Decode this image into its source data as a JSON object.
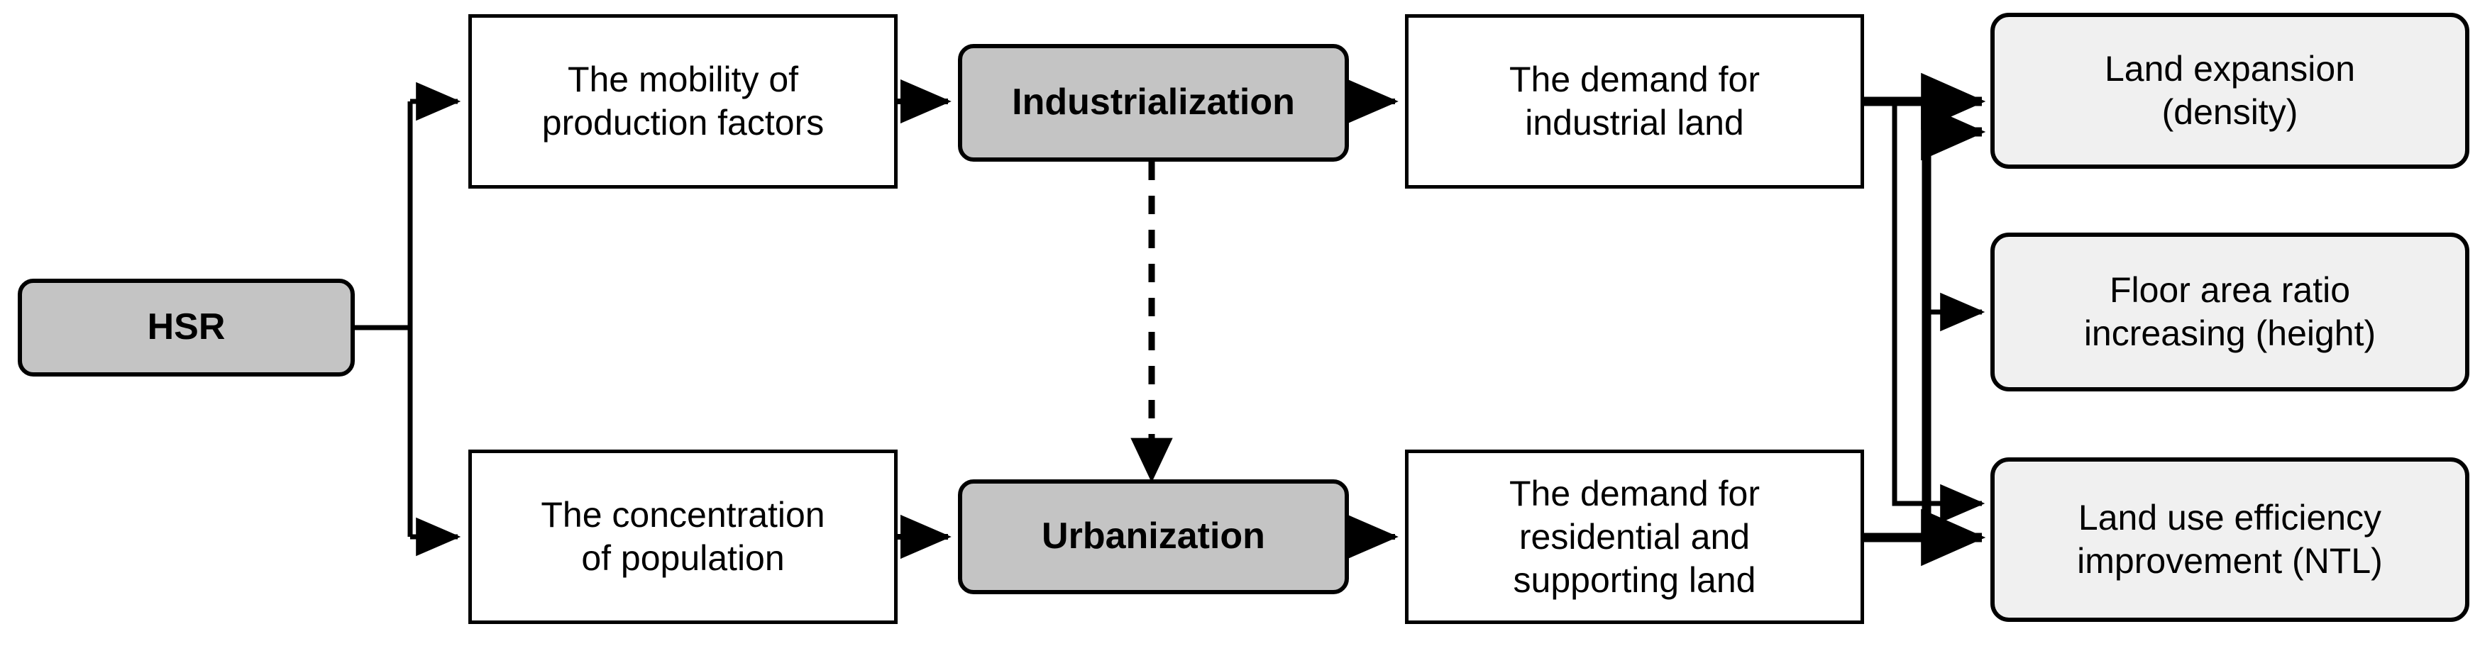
{
  "diagram": {
    "type": "flowchart",
    "title": "",
    "background_color": "#ffffff",
    "colors": {
      "line": "#000000",
      "text": "#000000",
      "emphasis_fill": "#c4c4c4",
      "outcome_fill": "#f0f0f0",
      "process_fill": "#ffffff"
    },
    "nodes": {
      "hsr": {
        "label": "HSR"
      },
      "mobility": {
        "line1": "The mobility of",
        "line2": "production factors"
      },
      "industrialization": {
        "label": "Industrialization"
      },
      "industrial_land": {
        "line1": "The demand for",
        "line2": "industrial land"
      },
      "concentration": {
        "line1": "The concentration",
        "line2": "of population"
      },
      "urbanization": {
        "label": "Urbanization"
      },
      "residential_land": {
        "line1": "The demand for",
        "line2": "residential and",
        "line3": "supporting land"
      },
      "land_expansion": {
        "line1": "Land expansion",
        "line2": "(density)"
      },
      "floor_area_ratio": {
        "line1": "Floor area ratio",
        "line2": "increasing (height)"
      },
      "land_use_efficiency": {
        "line1": "Land use efficiency",
        "line2": "improvement (NTL)"
      }
    },
    "edges": [
      {
        "from": "hsr",
        "to": "mobility",
        "style": "solid"
      },
      {
        "from": "hsr",
        "to": "concentration",
        "style": "solid"
      },
      {
        "from": "mobility",
        "to": "industrialization",
        "style": "solid"
      },
      {
        "from": "industrialization",
        "to": "industrial_land",
        "style": "solid"
      },
      {
        "from": "industrialization",
        "to": "urbanization",
        "style": "dashed"
      },
      {
        "from": "concentration",
        "to": "urbanization",
        "style": "solid"
      },
      {
        "from": "urbanization",
        "to": "residential_land",
        "style": "solid"
      },
      {
        "from": "industrial_land",
        "to": "land_expansion",
        "style": "solid-thick"
      },
      {
        "from": "industrial_land",
        "to": "land_use_efficiency",
        "style": "solid-thin"
      },
      {
        "from": "residential_land",
        "to": "land_expansion",
        "style": "solid-thick"
      },
      {
        "from": "residential_land",
        "to": "floor_area_ratio",
        "style": "solid-thin"
      },
      {
        "from": "residential_land",
        "to": "land_use_efficiency",
        "style": "solid-thick"
      }
    ]
  }
}
